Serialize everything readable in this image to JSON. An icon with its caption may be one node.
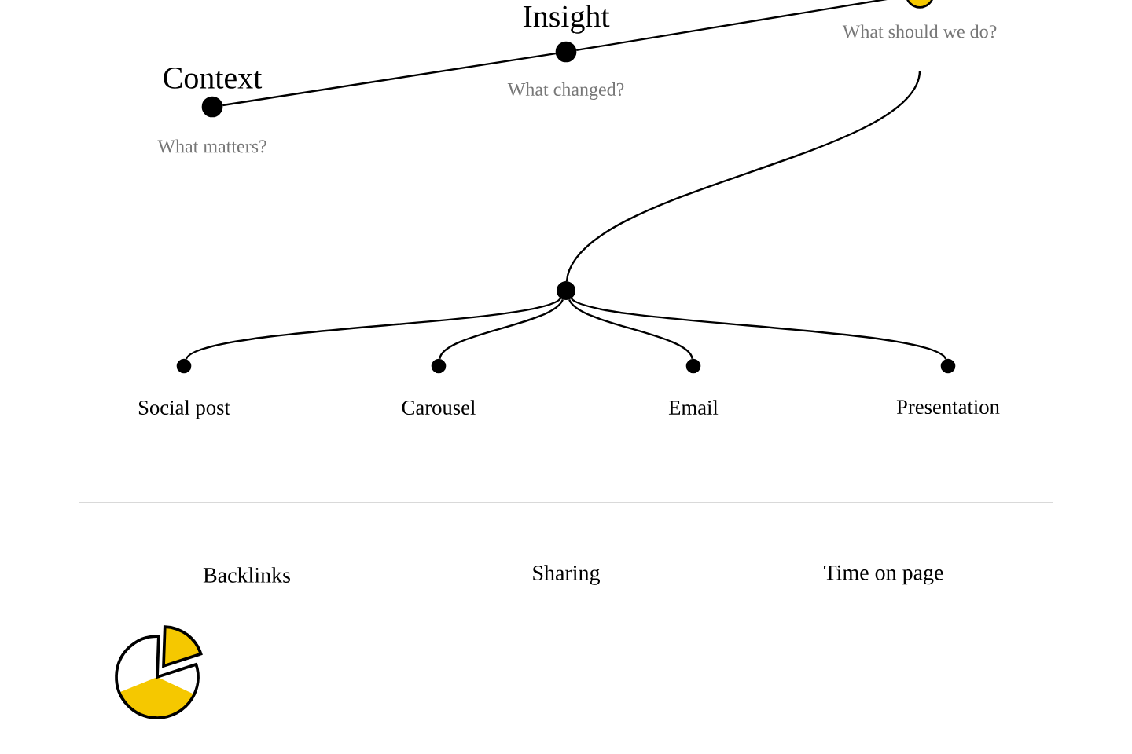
{
  "diagram": {
    "nodes": [
      {
        "text": [
          "Context"
        ],
        "beside": [
          "What matters?"
        ]
      },
      {
        "text": [
          "Insight"
        ],
        "beside": [
          "What changed?"
        ]
      },
      {
        "text": [],
        "shape": "circle",
        "beside": [
          "What should we do?"
        ]
      },
      {
        "text": [],
        "shape": "circle"
      },
      {
        "text": [
          "Social post"
        ]
      },
      {
        "text": [
          "Carousel"
        ]
      },
      {
        "text": [
          "Email"
        ]
      },
      {
        "text": [
          "Presentation"
        ]
      }
    ],
    "edges": [
      {
        "from": 0,
        "to": 1,
        "arrow": "none"
      },
      {
        "from": 1,
        "to": 2,
        "arrow": "none"
      },
      {
        "from": 2,
        "to": 3,
        "arrow": "none"
      },
      {
        "from": 3,
        "to": 4,
        "arrow": "none"
      },
      {
        "from": 3,
        "to": 5,
        "arrow": "none"
      },
      {
        "from": 3,
        "to": 6,
        "arrow": "none"
      },
      {
        "from": 3,
        "to": 7,
        "arrow": "none"
      }
    ],
    "labels": [
      "Backlinks",
      "Sharing",
      "Time on page"
    ]
  }
}
